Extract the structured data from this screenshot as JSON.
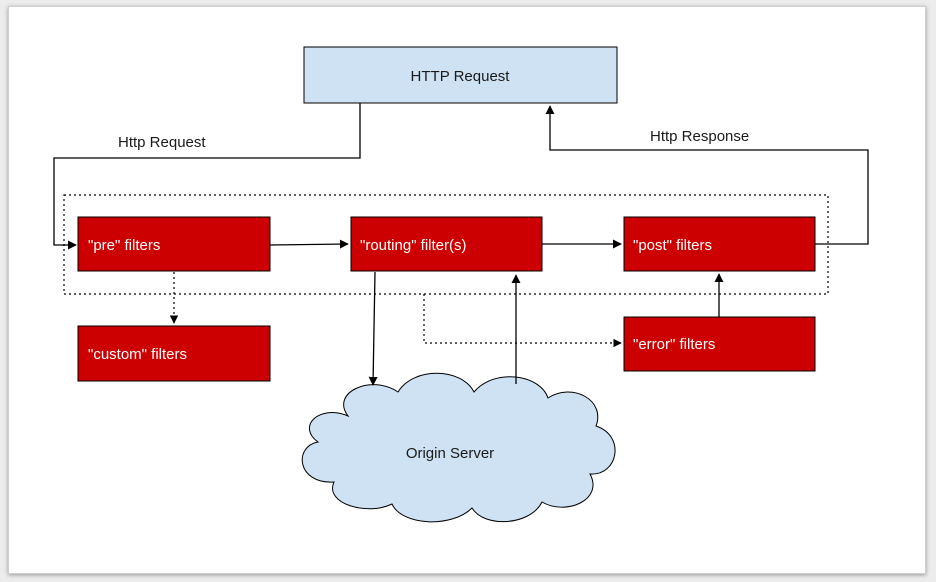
{
  "diagram": {
    "nodes": {
      "http_request_box": "HTTP Request",
      "pre_filters": "\"pre\" filters",
      "routing_filters": "\"routing\" filter(s)",
      "post_filters": "\"post\" filters",
      "custom_filters": "\"custom\" filters",
      "error_filters": "\"error\" filters",
      "origin_server": "Origin Server"
    },
    "edge_labels": {
      "http_request": "Http Request",
      "http_response": "Http Response"
    },
    "colors": {
      "request_box_fill": "#cfe2f3",
      "filter_fill": "#cc0000",
      "cloud_fill": "#cfe2f3",
      "stroke": "#000000"
    }
  }
}
